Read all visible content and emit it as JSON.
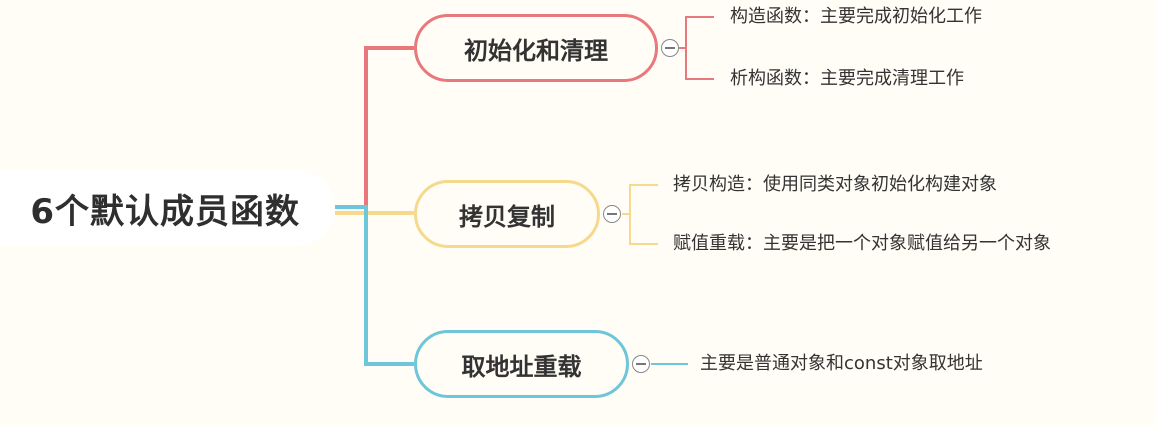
{
  "root": {
    "label": "6个默认成员函数"
  },
  "branches": [
    {
      "label": "初始化和清理",
      "color": "#e8787c",
      "children": [
        "构造函数：主要完成初始化工作",
        "析构函数：主要完成清理工作"
      ]
    },
    {
      "label": "拷贝复制",
      "color": "#f5d98c",
      "children": [
        "拷贝构造：使用同类对象初始化构建对象",
        "赋值重载：主要是把一个对象赋值给另一个对象"
      ]
    },
    {
      "label": "取地址重载",
      "color": "#6dc6da",
      "children": [
        "主要是普通对象和const对象取地址"
      ]
    }
  ]
}
